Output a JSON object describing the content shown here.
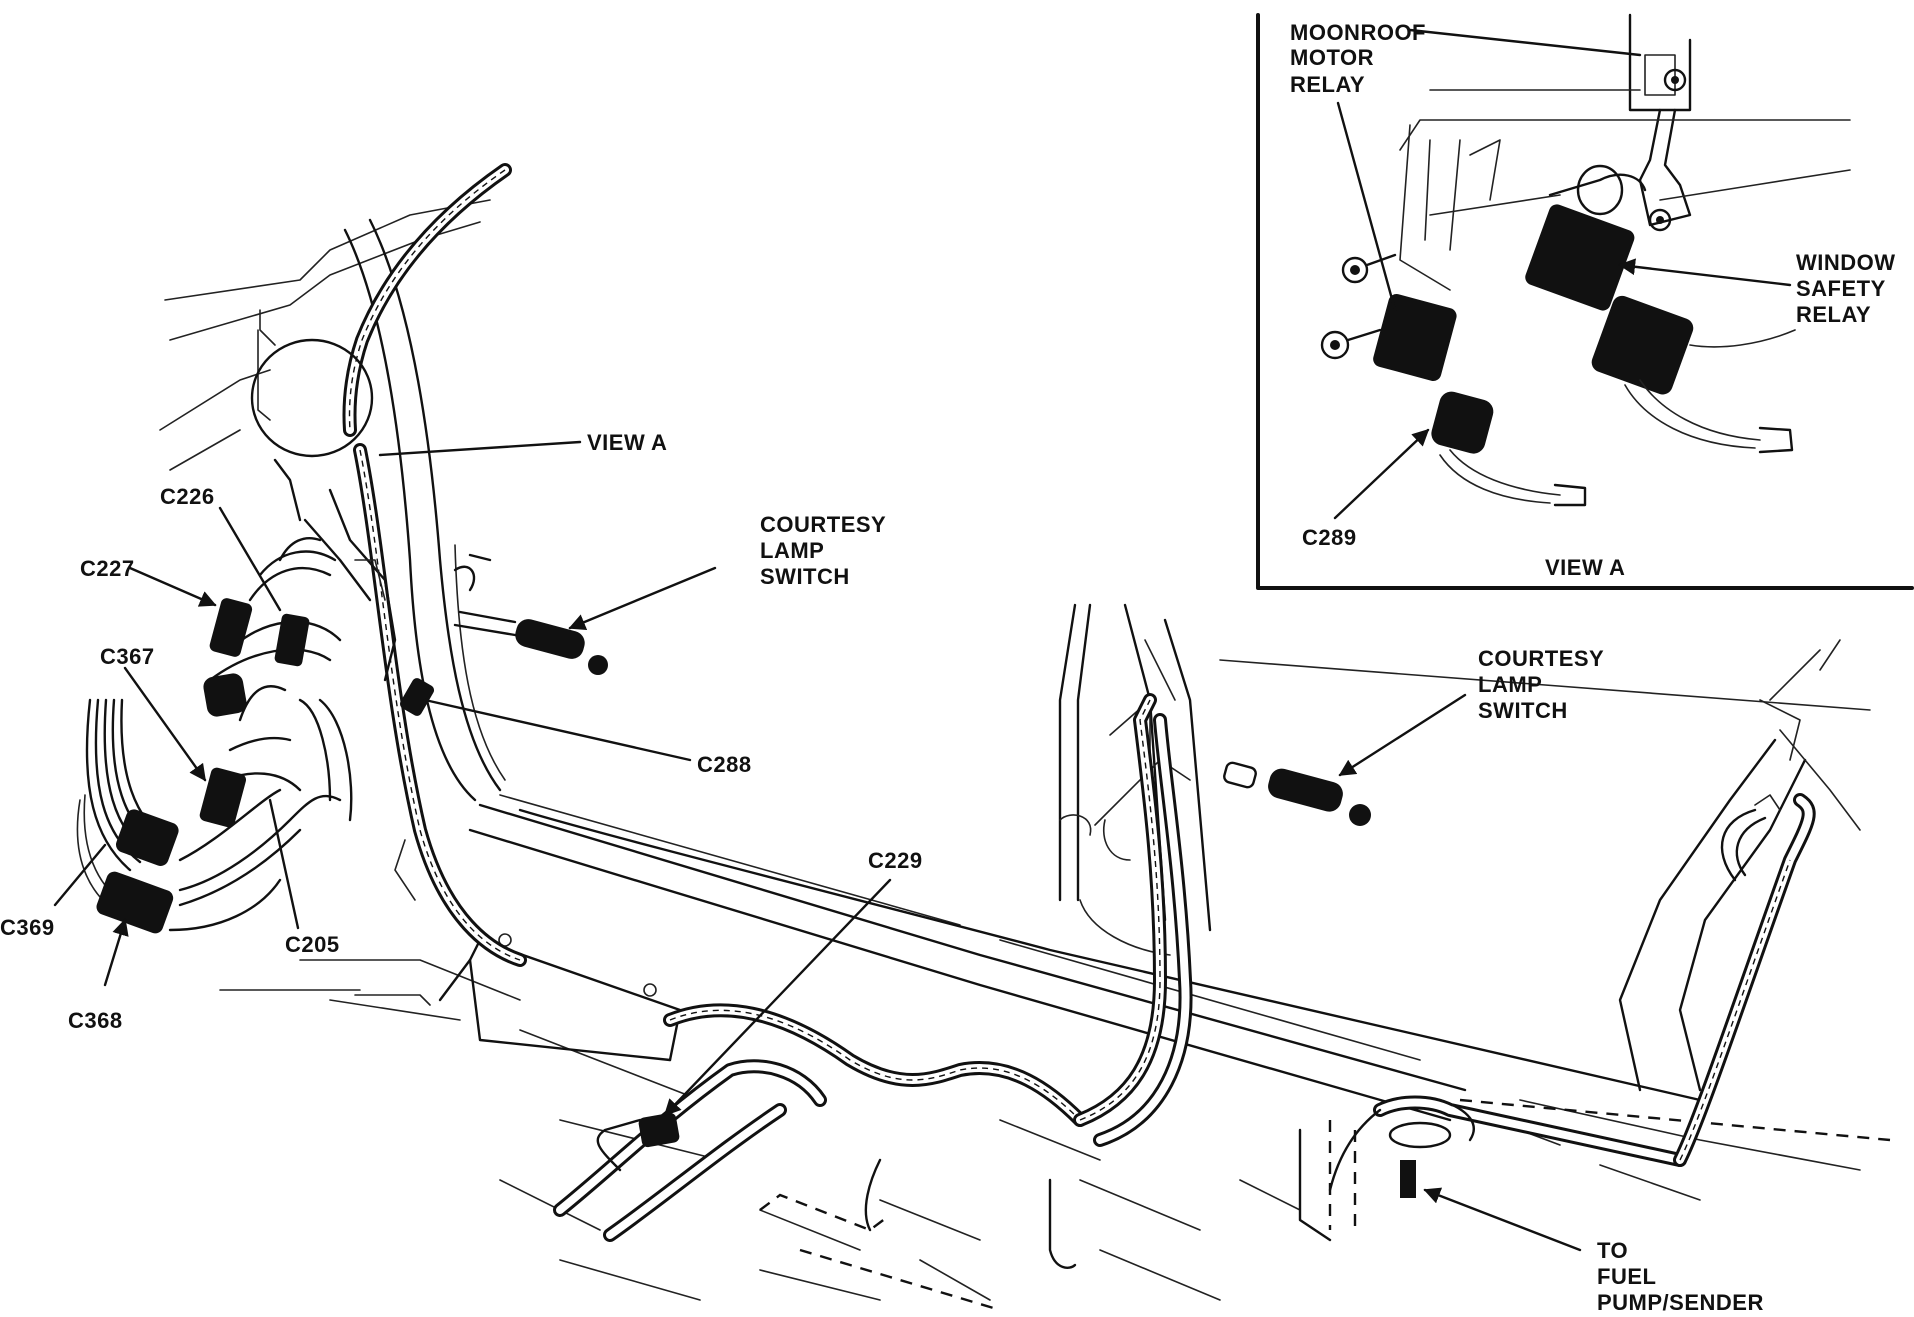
{
  "labels": {
    "view_a": "VIEW A",
    "courtesy_lamp_switch_front": [
      "COURTESY",
      "LAMP",
      "SWITCH"
    ],
    "courtesy_lamp_switch_rear": [
      "COURTESY",
      "LAMP",
      "SWITCH"
    ],
    "c226": "C226",
    "c227": "C227",
    "c367": "C367",
    "c369": "C369",
    "c368": "C368",
    "c205": "C205",
    "c288": "C288",
    "c229": "C229",
    "to_fuel_pump_sender": [
      "TO",
      "FUEL",
      "PUMP/SENDER"
    ]
  },
  "inset": {
    "title": "VIEW A",
    "moonroof_motor_relay": [
      "MOONROOF",
      "MOTOR",
      "RELAY"
    ],
    "window_safety_relay": [
      "WINDOW",
      "SAFETY",
      "RELAY"
    ],
    "c289": "C289"
  }
}
